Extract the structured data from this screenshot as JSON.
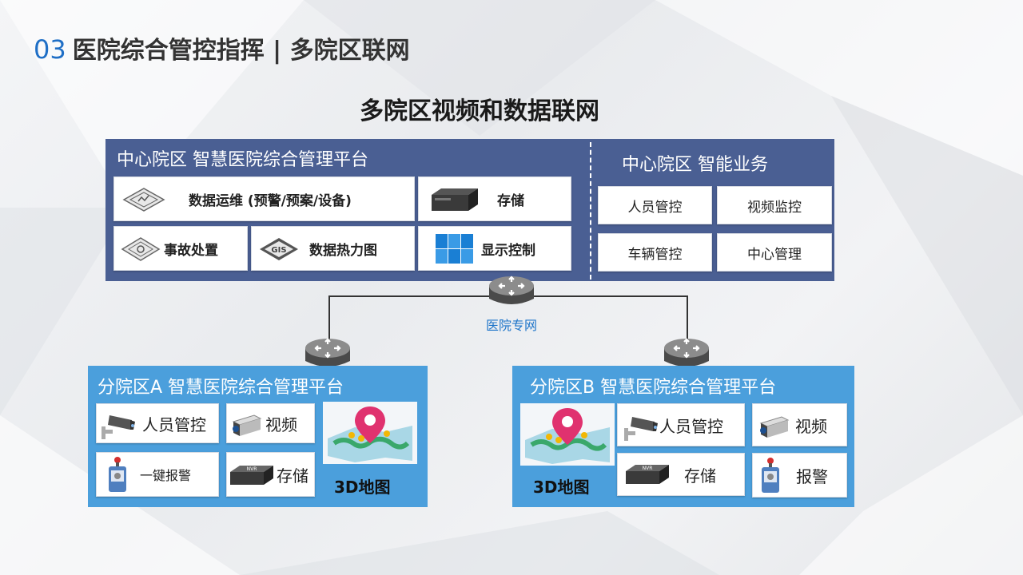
{
  "slide": {
    "number": "03",
    "title": "医院综合管控指挥 | 多院区联网"
  },
  "diagram": {
    "title": "多院区视频和数据联网"
  },
  "center": {
    "platform_title": "中心院区 智慧医院综合管理平台",
    "business_title": "中心院区 智能业务",
    "platform_items": [
      {
        "label": "数据运维 (预警/预案/设备)",
        "icon": "monitor-tile-icon"
      },
      {
        "label": "存储",
        "icon": "storage-box-icon"
      },
      {
        "label": "事故处置",
        "icon": "accident-tile-icon"
      },
      {
        "label": "数据热力图",
        "icon": "gis-tile-icon"
      },
      {
        "label": "显示控制",
        "icon": "video-wall-icon"
      }
    ],
    "business_items": [
      "人员管控",
      "视频监控",
      "车辆管控",
      "中心管理"
    ],
    "colors": {
      "panel": "#4a5f93",
      "campus": "#4b9fdc",
      "accent": "#1f6fc6"
    }
  },
  "network": {
    "label": "医院专网",
    "icon": "router-icon"
  },
  "campus_a": {
    "title": "分院区A  智慧医院综合管理平台",
    "items": [
      {
        "label": "人员管控",
        "icon": "camera-icon"
      },
      {
        "label": "视频",
        "icon": "box-camera-icon"
      },
      {
        "label": "一键报警",
        "icon": "alarm-button-icon"
      },
      {
        "label": "存储",
        "icon": "nvr-icon",
        "icon_text": "NVR"
      }
    ],
    "map_label": "3D地图"
  },
  "campus_b": {
    "title": "分院区B  智慧医院综合管理平台",
    "items": [
      {
        "label": "人员管控",
        "icon": "camera-icon"
      },
      {
        "label": "视频",
        "icon": "box-camera-icon"
      },
      {
        "label": "存储",
        "icon": "nvr-icon",
        "icon_text": "NVR"
      },
      {
        "label": "报警",
        "icon": "alarm-button-icon"
      }
    ],
    "map_label": "3D地图"
  }
}
